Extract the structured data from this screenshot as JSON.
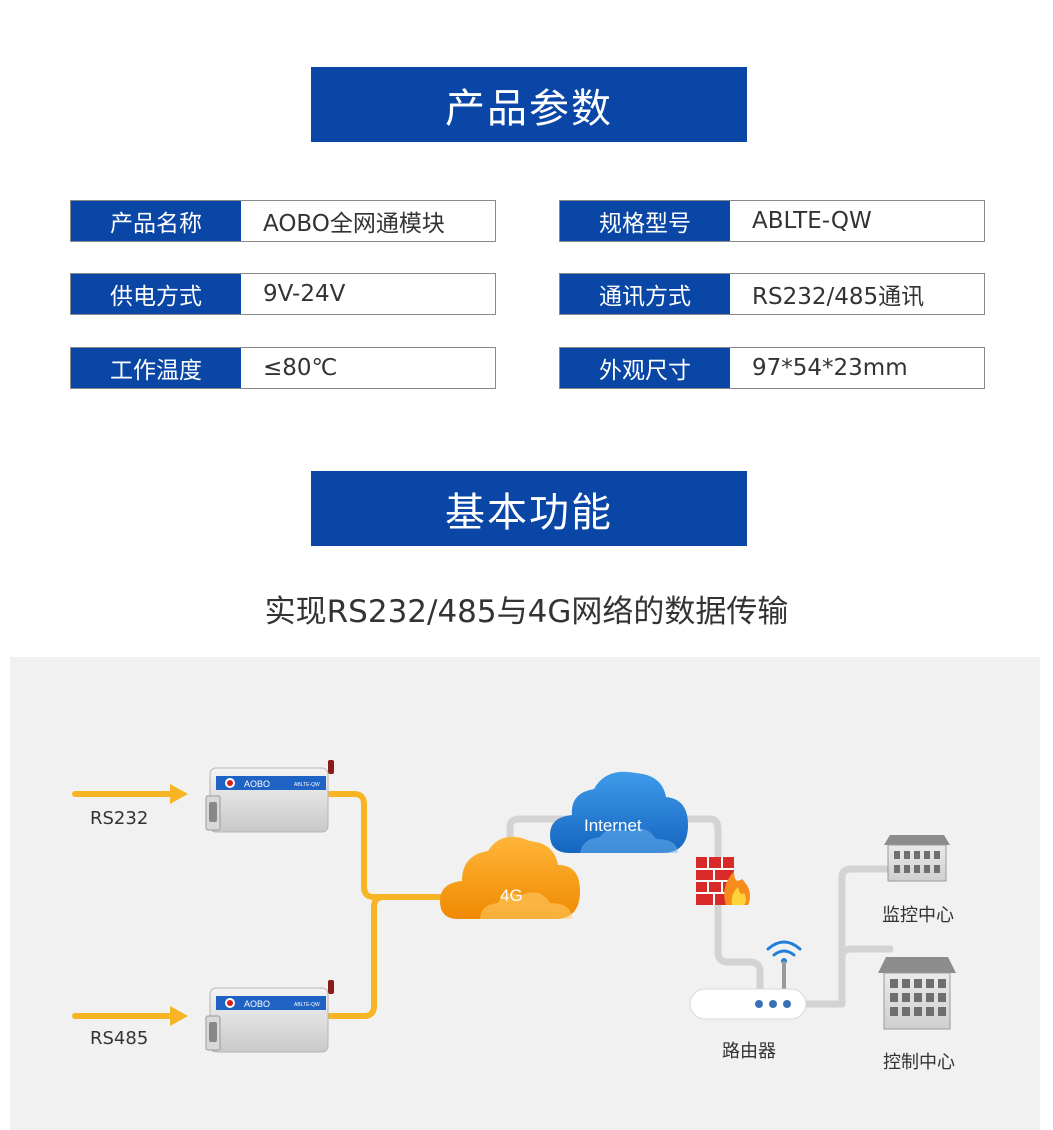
{
  "sections": {
    "params_title": "产品参数",
    "functions_title": "基本功能"
  },
  "params": [
    {
      "label": "产品名称",
      "value": "AOBO全网通模块"
    },
    {
      "label": "规格型号",
      "value": "ABLTE-QW"
    },
    {
      "label": "供电方式",
      "value": "9V-24V"
    },
    {
      "label": "通讯方式",
      "value": "RS232/485通讯"
    },
    {
      "label": "工作温度",
      "value": "≤80℃"
    },
    {
      "label": "外观尺寸",
      "value": "97*54*23mm"
    }
  ],
  "functions": {
    "subtitle": "实现RS232/485与4G网络的数据传输"
  },
  "diagram": {
    "inputs": [
      "RS232",
      "RS485"
    ],
    "device_brand": "AOBO",
    "device_model": "ABLTE-QW",
    "cloud_4g": "4G",
    "cloud_internet": "Internet",
    "router": "路由器",
    "monitor_center": "监控中心",
    "control_center": "控制中心"
  },
  "colors": {
    "brand_blue": "#0a46a6",
    "line_orange": "#f7b425",
    "line_gray": "#d3d3d3",
    "cloud_blue": "#1f7fd8",
    "cloud_orange": "#f7a31c",
    "firewall_red": "#d92a2a",
    "panel_bg": "#f1f1f1"
  },
  "icons": [
    "arrow-right-icon",
    "modem-icon",
    "cloud-icon",
    "firewall-icon",
    "wifi-icon",
    "router-icon",
    "building-icon"
  ]
}
